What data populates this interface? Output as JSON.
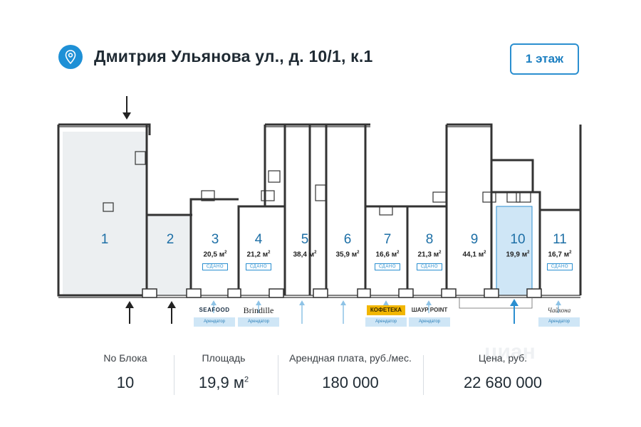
{
  "header": {
    "address": "Дмитрия Ульянова ул., д. 10/1, к.1",
    "floor_button": "1 этаж",
    "pin_icon": "location-pin-icon"
  },
  "colors": {
    "accent": "#2b8fd0",
    "highlight": "#cfe6f6",
    "wall": "#333333",
    "common_area": "#eceff1"
  },
  "units": [
    {
      "num": "1",
      "area": "",
      "status": ""
    },
    {
      "num": "2",
      "area": "",
      "status": ""
    },
    {
      "num": "3",
      "area": "20,5 м",
      "status": "СДАНО"
    },
    {
      "num": "4",
      "area": "21,2 м",
      "status": "СДАНО"
    },
    {
      "num": "5",
      "area": "38,4 м",
      "status": ""
    },
    {
      "num": "6",
      "area": "35,9 м",
      "status": ""
    },
    {
      "num": "7",
      "area": "16,6 м",
      "status": "СДАНО"
    },
    {
      "num": "8",
      "area": "21,3 м",
      "status": "СДАНО"
    },
    {
      "num": "9",
      "area": "44,1 м",
      "status": ""
    },
    {
      "num": "10",
      "area": "19,9 м",
      "status": ""
    },
    {
      "num": "11",
      "area": "16,7 м",
      "status": "СДАНО"
    }
  ],
  "tenants": [
    {
      "name": "SEAFOOD",
      "tag": "Арендатор"
    },
    {
      "name": "Brindille",
      "tag": "Арендатор"
    },
    {
      "name": "КОФЕТЕКА",
      "tag": "Арендатор"
    },
    {
      "name": "ШАУР POINT",
      "tag": "Арендатор"
    },
    {
      "name": "Чайхона",
      "tag": "Арендатор"
    }
  ],
  "stats": {
    "block_label": "No Блока",
    "block_value": "10",
    "area_label": "Площадь",
    "area_value": "19,9 м",
    "rent_label": "Арендная плата, руб./мес.",
    "rent_value": "180 000",
    "price_label": "Цена, руб.",
    "price_value": "22 680 000"
  },
  "watermark": "циан"
}
